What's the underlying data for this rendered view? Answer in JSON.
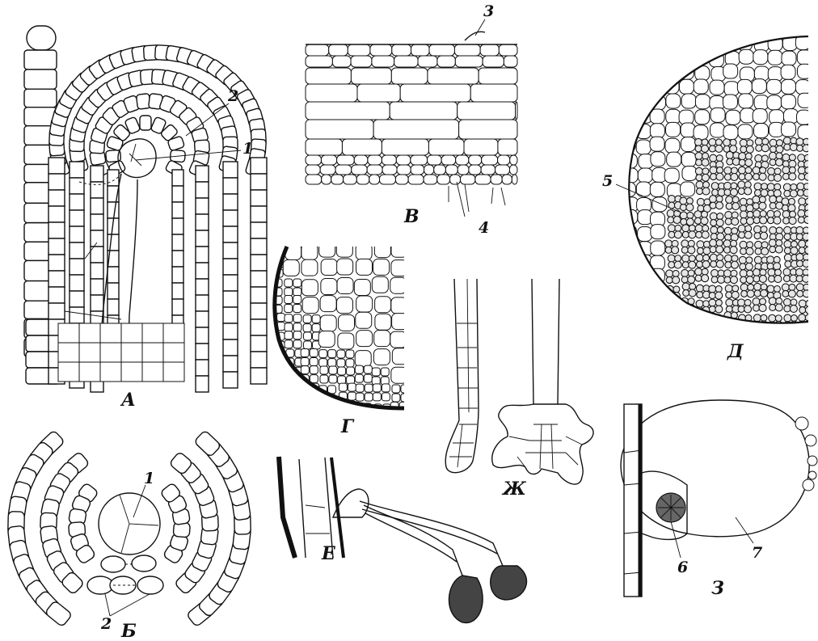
{
  "figure": {
    "panels": {
      "A": "А",
      "B": "Б",
      "V": "В",
      "G": "Г",
      "D": "Д",
      "E": "Е",
      "Zh": "Ж",
      "Z": "З"
    },
    "callouts": {
      "a_1": "1",
      "a_2": "2",
      "b_1": "1",
      "b_2": "2",
      "v_3": "3",
      "v_4": "4",
      "d_5": "5",
      "z_6": "6",
      "z_7": "7"
    }
  }
}
